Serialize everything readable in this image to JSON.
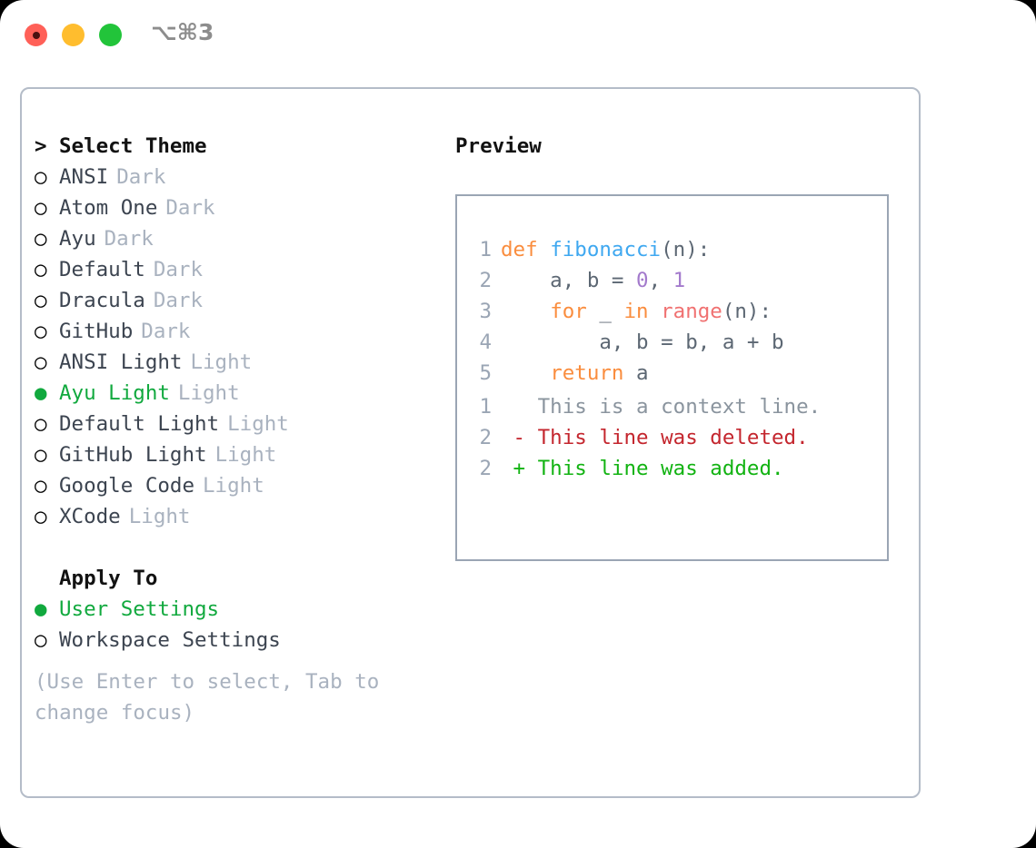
{
  "titlebar": {
    "shortcut": "⌥⌘3",
    "buttons": [
      {
        "name": "close",
        "color": "#ff6058",
        "recording": true
      },
      {
        "name": "minimize",
        "color": "#ffbd2e",
        "recording": false
      },
      {
        "name": "maximize",
        "color": "#22c43a",
        "recording": false
      }
    ]
  },
  "theme_list": {
    "heading": "Select Theme",
    "heading_marker": ">",
    "marker_unselected": "○",
    "marker_selected": "●",
    "items": [
      {
        "label": "ANSI",
        "suffix": "Dark",
        "selected": false
      },
      {
        "label": "Atom One",
        "suffix": "Dark",
        "selected": false
      },
      {
        "label": "Ayu",
        "suffix": "Dark",
        "selected": false
      },
      {
        "label": "Default",
        "suffix": "Dark",
        "selected": false
      },
      {
        "label": "Dracula",
        "suffix": "Dark",
        "selected": false
      },
      {
        "label": "GitHub",
        "suffix": "Dark",
        "selected": false
      },
      {
        "label": "ANSI Light",
        "suffix": "Light",
        "selected": false
      },
      {
        "label": "Ayu Light",
        "suffix": "Light",
        "selected": true
      },
      {
        "label": "Default Light",
        "suffix": "Light",
        "selected": false
      },
      {
        "label": "GitHub Light",
        "suffix": "Light",
        "selected": false
      },
      {
        "label": "Google Code",
        "suffix": "Light",
        "selected": false
      },
      {
        "label": "XCode",
        "suffix": "Light",
        "selected": false
      }
    ]
  },
  "apply_to": {
    "heading": "Apply To",
    "heading_marker": " ",
    "items": [
      {
        "label": "User Settings",
        "selected": true
      },
      {
        "label": "Workspace Settings",
        "selected": false
      }
    ]
  },
  "hint": "(Use Enter to select, Tab to change focus)",
  "preview": {
    "title": "Preview",
    "code_lines": [
      {
        "number": "1",
        "tokens": [
          {
            "text": "def ",
            "type": "keyword"
          },
          {
            "text": "fibonacci",
            "type": "function"
          },
          {
            "text": "(n):",
            "type": "plain"
          }
        ]
      },
      {
        "number": "2",
        "tokens": [
          {
            "text": "    a, b = ",
            "type": "plain"
          },
          {
            "text": "0",
            "type": "number"
          },
          {
            "text": ", ",
            "type": "plain"
          },
          {
            "text": "1",
            "type": "number"
          }
        ]
      },
      {
        "number": "3",
        "tokens": [
          {
            "text": "    ",
            "type": "plain"
          },
          {
            "text": "for",
            "type": "keyword"
          },
          {
            "text": " _ ",
            "type": "plain"
          },
          {
            "text": "in",
            "type": "keyword"
          },
          {
            "text": " ",
            "type": "plain"
          },
          {
            "text": "range",
            "type": "call"
          },
          {
            "text": "(n):",
            "type": "plain"
          }
        ]
      },
      {
        "number": "4",
        "tokens": [
          {
            "text": "        a, b = b, a + b",
            "type": "plain"
          }
        ]
      },
      {
        "number": "5",
        "tokens": [
          {
            "text": "    ",
            "type": "plain"
          },
          {
            "text": "return",
            "type": "keyword"
          },
          {
            "text": " a",
            "type": "plain"
          }
        ]
      }
    ],
    "diff_lines": [
      {
        "number": "1",
        "sign": " ",
        "text": "This is a context line.",
        "kind": "context"
      },
      {
        "number": "2",
        "sign": "-",
        "text": "This line was deleted.",
        "kind": "deleted"
      },
      {
        "number": "2",
        "sign": "+",
        "text": "This line was added.",
        "kind": "added"
      }
    ]
  },
  "colors": {
    "accent_green": "#11a93e",
    "muted": "#a9b2bf",
    "border": "#b4bcc8",
    "preview_border": "#9aa5b4",
    "syntax_keyword": "#fa8d3e",
    "syntax_function": "#3fa8f0",
    "syntax_number": "#a37acc",
    "syntax_call": "#f07171",
    "diff_deleted": "#c4262e",
    "diff_added": "#12b312",
    "diff_context": "#8a949e"
  }
}
